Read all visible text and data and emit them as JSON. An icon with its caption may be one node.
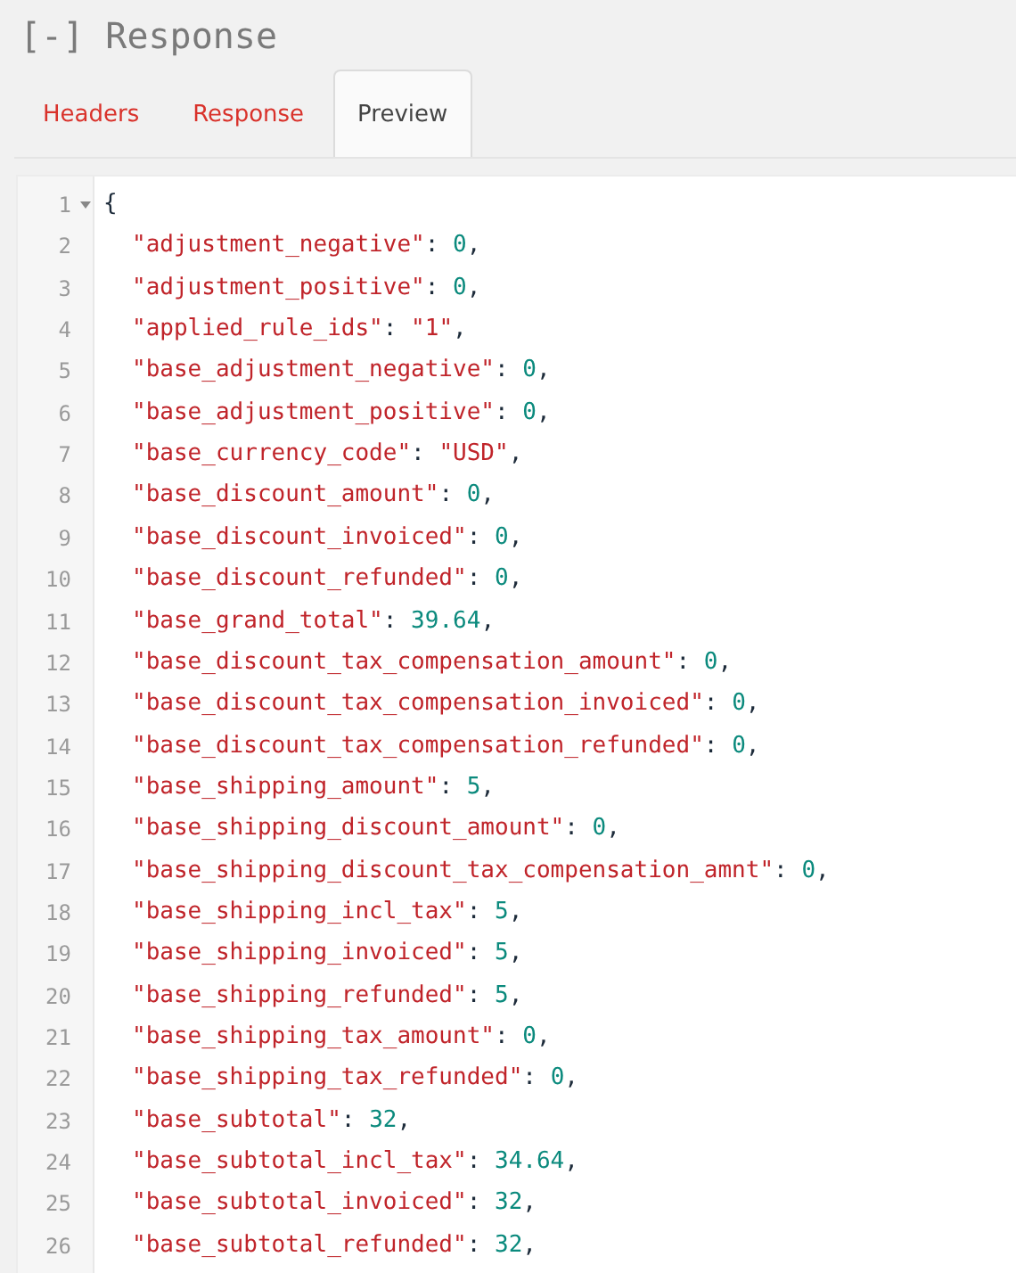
{
  "diagram": {
    "title": "[-] Response",
    "labels": [
      "Headers",
      "Response",
      "Preview",
      "1",
      "{",
      "2",
      "\"adjustment_negative\": 0,",
      "3",
      "\"adjustment_positive\": 0,",
      "4",
      "\"applied_rule_ids\": \"1\",",
      "5",
      "\"base_adjustment_negative\": 0,",
      "6",
      "\"base_adjustment_positive\": 0,",
      "7",
      "\"base_currency_code\": \"USD\",",
      "8",
      "\"base_discount_amount\": 0,",
      "9",
      "\"base_discount_invoiced\": 0,",
      "10",
      "\"base_discount_refunded\": 0,",
      "11",
      "\"base_grand_total\": 39.64,",
      "12",
      "\"base_discount_tax_compensation_amount\": 0,",
      "13",
      "\"base_discount_tax_compensation_invoiced\": 0,",
      "14",
      "\"base_discount_tax_compensation_refunded\": 0,",
      "15",
      "\"base_shipping_amount\": 5,",
      "16",
      "\"base_shipping_discount_amount\": 0,",
      "17",
      "\"base_shipping_discount_tax_compensation_amnt\": 0,",
      "18",
      "\"base_shipping_incl_tax\": 5,",
      "19",
      "\"base_shipping_invoiced\": 5,",
      "20",
      "\"base_shipping_refunded\": 5,",
      "21",
      "\"base_shipping_tax_amount\": 0,",
      "22",
      "\"base_shipping_tax_refunded\": 0,",
      "23",
      "\"base_subtotal\": 32,",
      "24",
      "\"base_subtotal_incl_tax\": 34.64,",
      "25",
      "\"base_subtotal_invoiced\": 32,",
      "26",
      "\"base_subtotal_refunded\": 32,"
    ]
  }
}
